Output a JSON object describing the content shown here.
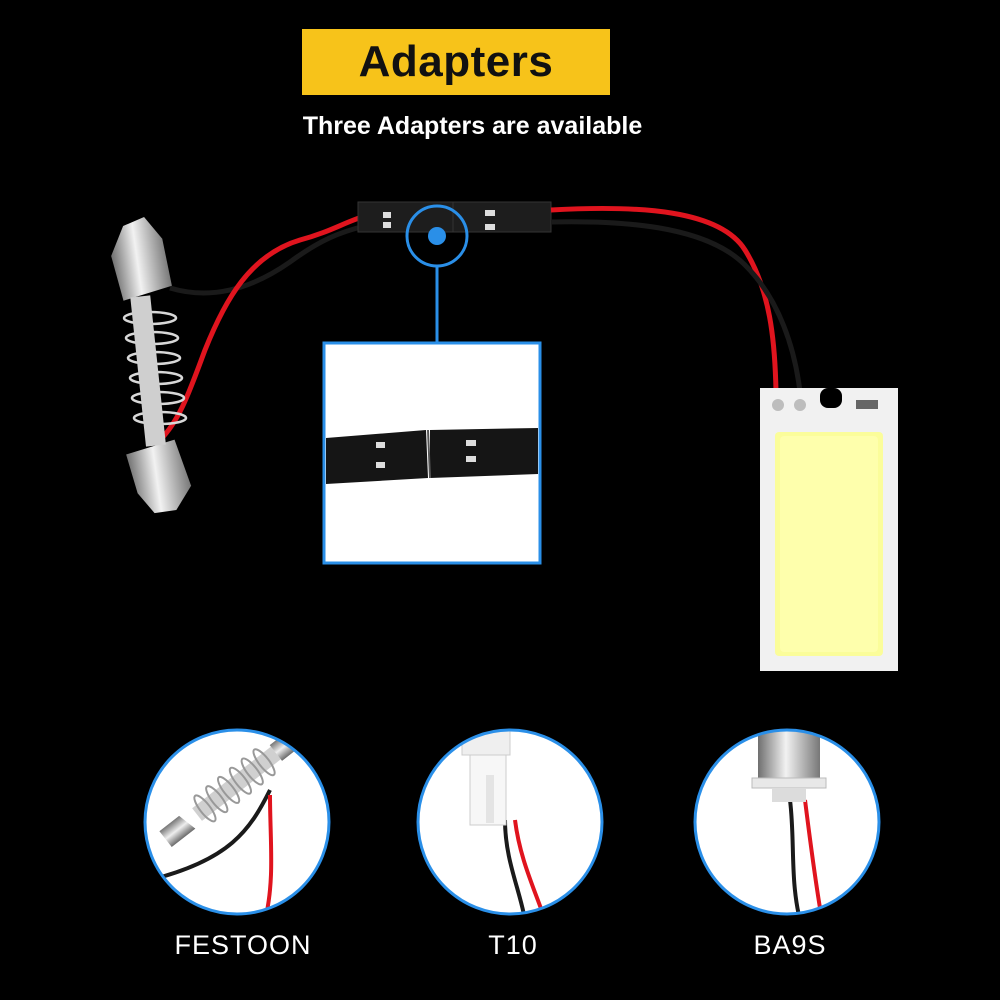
{
  "header": {
    "title": "Adapters",
    "subtitle": "Three Adapters are available"
  },
  "adapters": [
    {
      "label": "FESTOON"
    },
    {
      "label": "T10"
    },
    {
      "label": "BA9S"
    }
  ],
  "colors": {
    "banner": "#f7c31a",
    "accent_blue": "#2a8fe8",
    "wire_red": "#e0141e",
    "wire_black": "#1a1a1a",
    "background": "#000000"
  },
  "icons": [
    "festoon-bulb-icon",
    "t10-adapter-icon",
    "ba9s-bulb-icon",
    "cob-led-panel-icon",
    "connector-icon"
  ]
}
